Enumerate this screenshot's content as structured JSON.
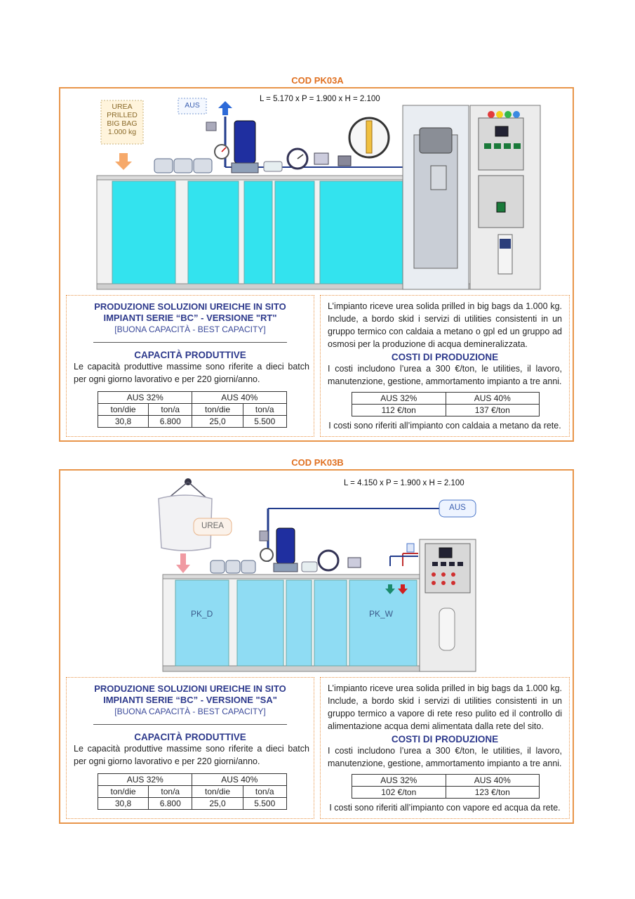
{
  "section_a": {
    "code": "COD PK03A",
    "dimensions": "L = 5.170 x P = 1.900 x H = 2.100",
    "urea_label": "UREA PRILLED BIG BAG 1.000 kg",
    "aus_label": "AUS",
    "title_line1": "PRODUZIONE SOLUZIONI UREICHE IN SITO",
    "title_line2": "IMPIANTI SERIE “BC” - VERSIONE \"RT\"",
    "subtitle": "[BUONA CAPACITÀ - BEST CAPACITY]",
    "capacity_heading": "CAPACITÀ PRODUTTIVE",
    "capacity_text": "Le capacità produttive massime sono riferite a dieci batch per ogni giorno lavorativo e per 220 giorni/anno.",
    "capacity_table": {
      "groups": [
        "AUS 32%",
        "AUS 40%"
      ],
      "columns": [
        "ton/die",
        "ton/a",
        "ton/die",
        "ton/a"
      ],
      "values": [
        "30,8",
        "6.800",
        "25,0",
        "5.500"
      ]
    },
    "description": "L’impianto riceve urea solida prilled in big bags da 1.000 kg. Include, a bordo skid i servizi di utilities consistenti in un gruppo termico con caldaia a metano o gpl ed un gruppo ad osmosi per la produzione di acqua demineralizzata.",
    "costs_heading": "COSTI DI PRODUZIONE",
    "costs_text": "I costi includono l’urea a 300 €/ton, le utilities, il lavoro, manutenzione, gestione, ammortamento impianto a tre anni.",
    "costs_table": {
      "columns": [
        "AUS 32%",
        "AUS 40%"
      ],
      "values": [
        "112 €/ton",
        "137 €/ton"
      ]
    },
    "costs_note": "I costi sono riferiti all’impianto con caldaia a metano da rete."
  },
  "section_b": {
    "code": "COD PK03B",
    "dimensions": "L = 4.150 x P = 1.900 x H = 2.100",
    "urea_label": "UREA",
    "aus_label": "AUS",
    "tank_left": "PK_D",
    "tank_right": "PK_W",
    "title_line1": "PRODUZIONE SOLUZIONI UREICHE IN SITO",
    "title_line2": "IMPIANTI SERIE “BC” - VERSIONE \"SA\"",
    "subtitle": "[BUONA CAPACITÀ - BEST CAPACITY]",
    "capacity_heading": "CAPACITÀ PRODUTTIVE",
    "capacity_text": "Le capacità produttive massime sono riferite a dieci batch per ogni giorno lavorativo e per 220 giorni/anno.",
    "capacity_table": {
      "groups": [
        "AUS 32%",
        "AUS 40%"
      ],
      "columns": [
        "ton/die",
        "ton/a",
        "ton/die",
        "ton/a"
      ],
      "values": [
        "30,8",
        "6.800",
        "25,0",
        "5.500"
      ]
    },
    "description": "L’impianto riceve urea solida prilled in big bags da 1.000 kg. Include, a bordo skid i servizi di utilities consistenti in un gruppo termico a vapore di rete reso pulito ed il controllo di alimentazione acqua demi alimentata dalla rete del sito.",
    "costs_heading": "COSTI DI PRODUZIONE",
    "costs_text": "I costi includono l’urea a 300 €/ton, le utilities, il lavoro, manutenzione, gestione, ammortamento impianto a tre anni.",
    "costs_table": {
      "columns": [
        "AUS 32%",
        "AUS 40%"
      ],
      "values": [
        "102 €/ton",
        "123 €/ton"
      ]
    },
    "costs_note": "I costi sono riferiti all’impianto con vapore ed acqua da rete."
  },
  "colors": {
    "frame": "#e8954a",
    "code": "#e07020",
    "heading": "#2e3a8c",
    "tank_a": "#33e3ee",
    "tank_b": "#8fdcf3"
  }
}
